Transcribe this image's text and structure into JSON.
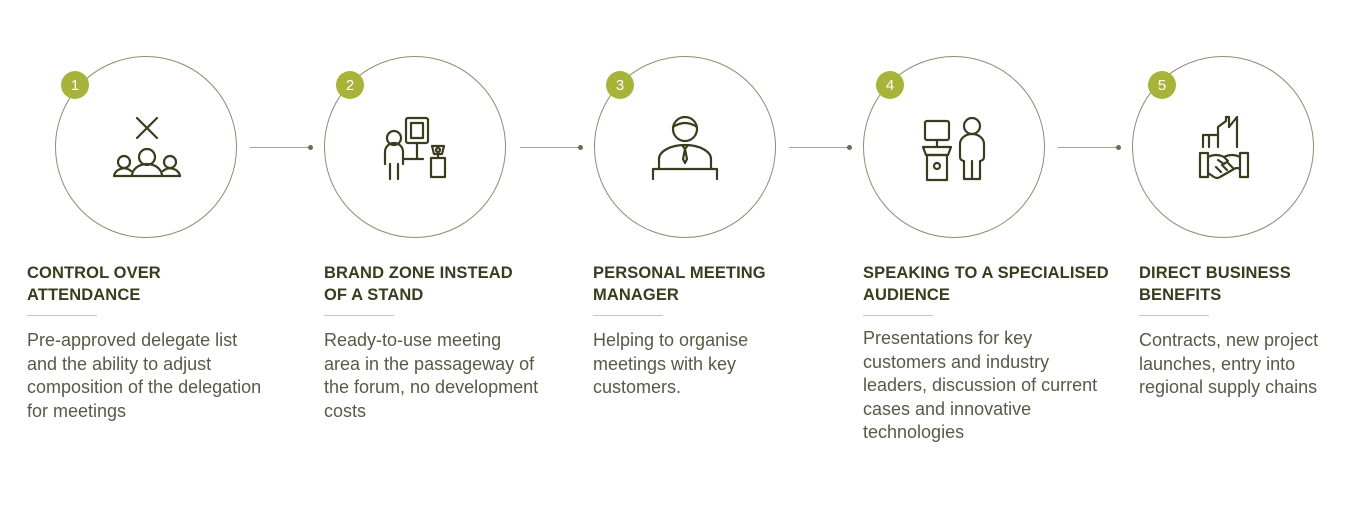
{
  "steps": [
    {
      "number": "1",
      "icon": "audience-control-icon",
      "title": "CONTROL OVER ATTENDANCE",
      "description": "Pre-approved delegate list and the ability to adjust composition of the delegation for meetings"
    },
    {
      "number": "2",
      "icon": "brand-zone-icon",
      "title": "BRAND ZONE INSTEAD OF A STAND",
      "description": "Ready-to-use meeting area in the passageway of the forum, no development costs"
    },
    {
      "number": "3",
      "icon": "meeting-manager-icon",
      "title": "PERSONAL MEETING MANAGER",
      "description": "Helping to organise meetings with key customers."
    },
    {
      "number": "4",
      "icon": "speaker-podium-icon",
      "title": "SPEAKING TO A SPECIALISED AUDIENCE",
      "description": "Presentations for key customers and industry leaders, discussion of current cases and innovative technologies"
    },
    {
      "number": "5",
      "icon": "handshake-business-icon",
      "title": "DIRECT BUSINESS BENEFITS",
      "description": "Contracts, new project launches, entry into regional supply chains"
    }
  ],
  "colors": {
    "accent": "#a8b33a",
    "heading": "#3a3c1e",
    "body_text": "#5a5947",
    "icon_stroke": "#3a3c1e",
    "circle_border": "#8f8c6f"
  }
}
